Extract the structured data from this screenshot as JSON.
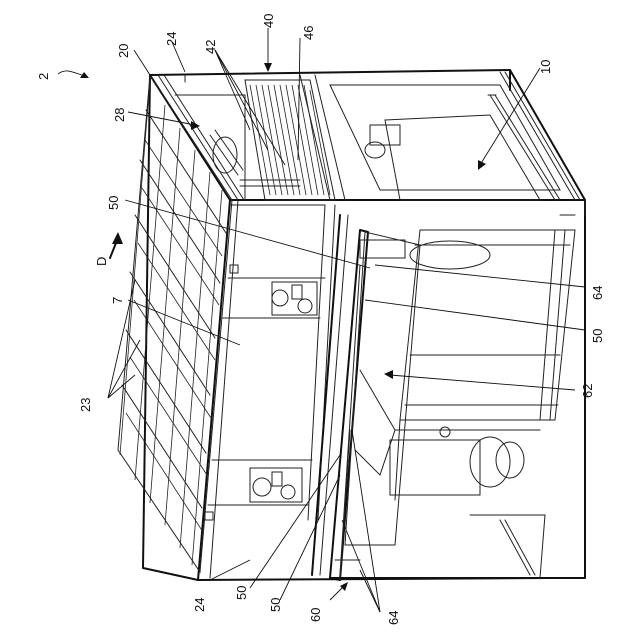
{
  "figure": {
    "labels": {
      "l2": "2",
      "l20": "20",
      "l24a": "24",
      "l42": "42",
      "l40": "40",
      "l46": "46",
      "l10": "10",
      "l28": "28",
      "l50a": "50",
      "lD": "D",
      "l7": "7",
      "l23": "23",
      "l64a": "64",
      "l50b": "50",
      "l62": "62",
      "l24b": "24",
      "l50c": "50",
      "l50d": "50",
      "l60": "60",
      "l64b": "64"
    }
  }
}
